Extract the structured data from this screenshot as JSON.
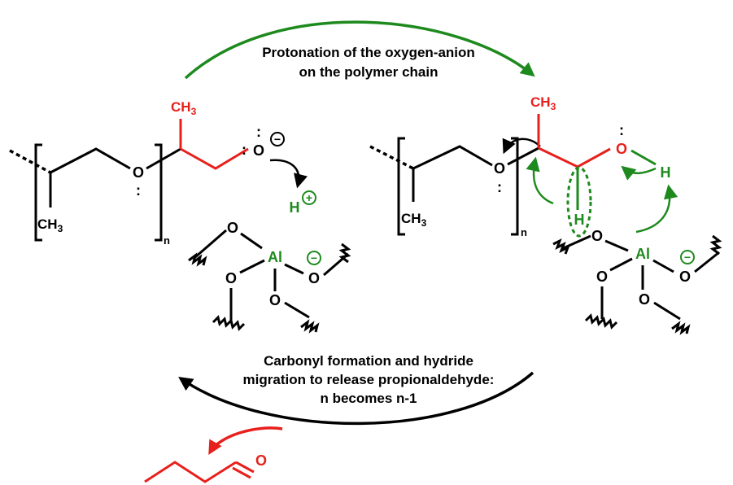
{
  "colors": {
    "bond": "#000000",
    "highlight": "#e8201c",
    "green": "#1e8a1e"
  },
  "captions": {
    "top_line1": "Protonation of the oxygen-anion",
    "top_line2": "on the polymer chain",
    "bottom_line1": "Carbonyl formation and hydride",
    "bottom_line2": "migration to release propionaldehyde:",
    "bottom_line3": "n becomes n-1"
  },
  "labels": {
    "ch3": "CH",
    "ch3_sub": "3",
    "oxygen": "O",
    "hydrogen": "H",
    "aluminum": "Al",
    "subscript_n": "n",
    "plus_sign": "+",
    "minus_sign": "−",
    "lone_pair": ":"
  },
  "icons": {
    "top_arrow": "curved-arrow-right-icon",
    "bottom_arrow": "curved-arrow-left-icon",
    "release_arrow": "curved-arrow-icon"
  }
}
